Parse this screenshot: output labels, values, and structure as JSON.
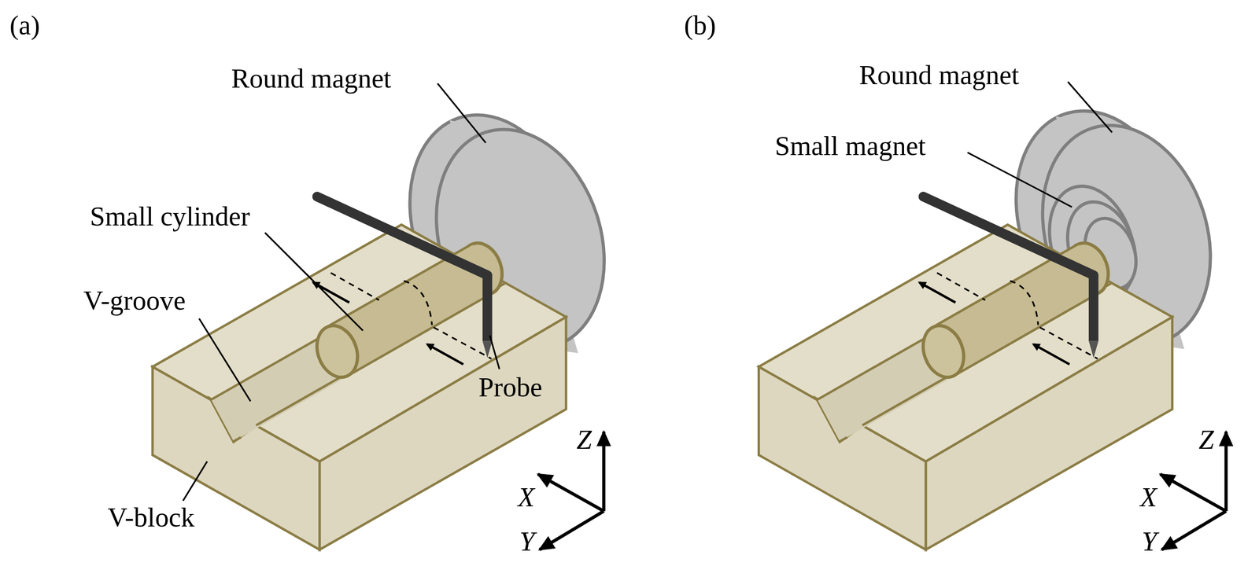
{
  "diagram": {
    "labels": [
      "(a)",
      "Round magnet",
      "Small cylinder",
      "V-groove",
      "Probe",
      "V-block",
      "Z",
      "X",
      "Y",
      "(b)",
      "Round magnet",
      "Small magnet",
      "Z",
      "X",
      "Y"
    ]
  }
}
